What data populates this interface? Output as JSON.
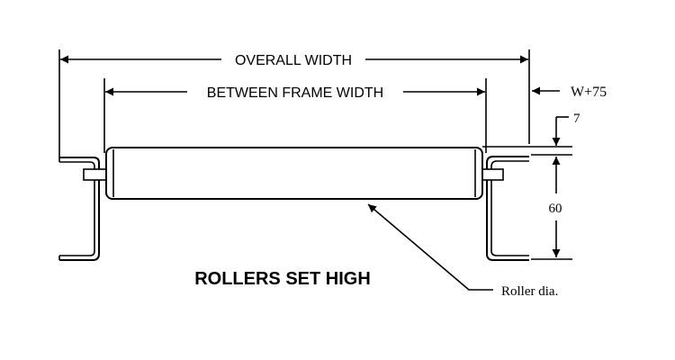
{
  "diagram": {
    "overall_width_label": "OVERALL WIDTH",
    "between_frame_width_label": "BETWEEN FRAME WIDTH",
    "w75_label": "W+75",
    "dim_7_label": "7",
    "dim_60_label": "60",
    "caption": "ROLLERS SET HIGH",
    "roller_dia_label": "Roller dia."
  },
  "colors": {
    "line": "#000000",
    "roller_fill": "#ffffff",
    "background": "#ffffff"
  }
}
